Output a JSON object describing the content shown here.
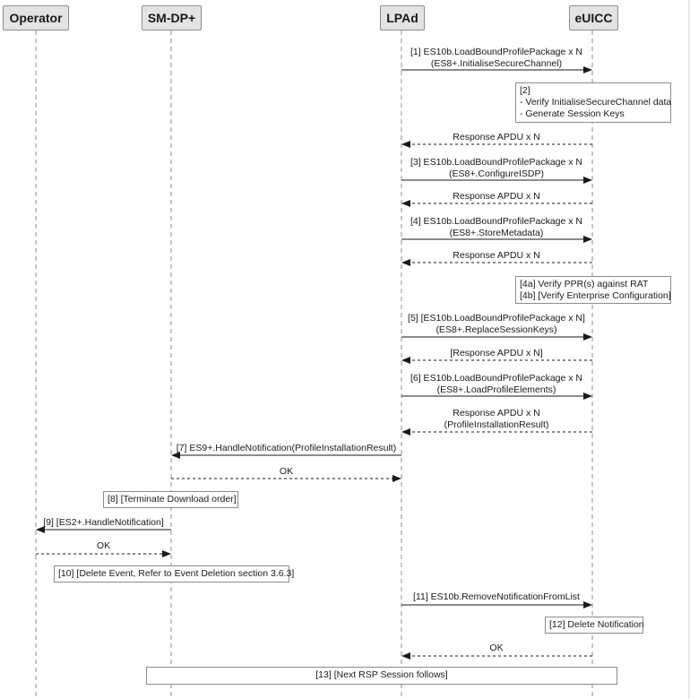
{
  "participants": [
    "Operator",
    "SM-DP+",
    "LPAd",
    "eUICC"
  ],
  "messages": [
    {
      "id": "m1",
      "lines": [
        "[1] ES10b.LoadBoundProfilePackage x N",
        "(ES8+.InitialiseSecureChannel)"
      ]
    },
    {
      "id": "m2",
      "lines": [
        "Response APDU x N"
      ]
    },
    {
      "id": "m3",
      "lines": [
        "[3] ES10b.LoadBoundProfilePackage x N",
        "(ES8+.ConfigureISDP)"
      ]
    },
    {
      "id": "m4",
      "lines": [
        "Response APDU x N"
      ]
    },
    {
      "id": "m5",
      "lines": [
        "[4] ES10b.LoadBoundProfilePackage x N",
        "(ES8+.StoreMetadata)"
      ]
    },
    {
      "id": "m6",
      "lines": [
        "Response APDU x N"
      ]
    },
    {
      "id": "m7",
      "lines": [
        "[5] [ES10b.LoadBoundProfilePackage x N]",
        "(ES8+.ReplaceSessionKeys)"
      ]
    },
    {
      "id": "m8",
      "lines": [
        "[Response APDU x N]"
      ]
    },
    {
      "id": "m9",
      "lines": [
        "[6] ES10b.LoadBoundProfilePackage x N",
        "(ES8+.LoadProfileElements)"
      ]
    },
    {
      "id": "m10",
      "lines": [
        "Response APDU x N",
        "(ProfileInstallationResult)"
      ]
    },
    {
      "id": "m11",
      "lines": [
        "[7] ES9+.HandleNotification(ProfileInstallationResult)"
      ]
    },
    {
      "id": "m12",
      "lines": [
        "OK"
      ]
    },
    {
      "id": "m13",
      "lines": [
        "[9] [ES2+.HandleNotification]"
      ]
    },
    {
      "id": "m14",
      "lines": [
        "OK"
      ]
    },
    {
      "id": "m15",
      "lines": [
        "[11] ES10b.RemoveNotificationFromList"
      ]
    },
    {
      "id": "m16",
      "lines": [
        "OK"
      ]
    }
  ],
  "notes": [
    {
      "id": "n2",
      "lines": [
        "[2]",
        "- Verify InitialiseSecureChannel data",
        "- Generate Session Keys"
      ]
    },
    {
      "id": "n4",
      "lines": [
        "[4a] Verify PPR(s) against RAT",
        "[4b] [Verify Enterprise Configuration]"
      ]
    },
    {
      "id": "n8",
      "lines": [
        "[8] [Terminate Download order]"
      ]
    },
    {
      "id": "n10",
      "lines": [
        "[10] [Delete Event, Refer to Event Deletion section 3.6.3]"
      ]
    },
    {
      "id": "n12",
      "lines": [
        "[12] Delete Notification"
      ]
    },
    {
      "id": "n13",
      "lines": [
        "[13] [Next RSP Session follows]"
      ]
    }
  ]
}
